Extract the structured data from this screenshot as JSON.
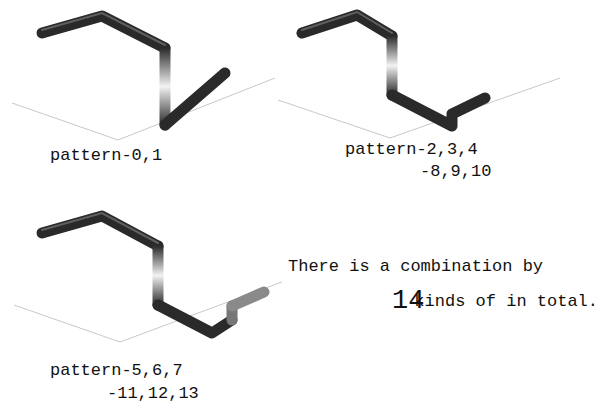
{
  "diagram": {
    "labels": [
      "pattern-0,1",
      "pattern-2,3,4",
      "-8,9,10",
      "pattern-5,6,7",
      "-11,12,13",
      "There is a combination by",
      "14",
      "kinds of in total."
    ]
  }
}
